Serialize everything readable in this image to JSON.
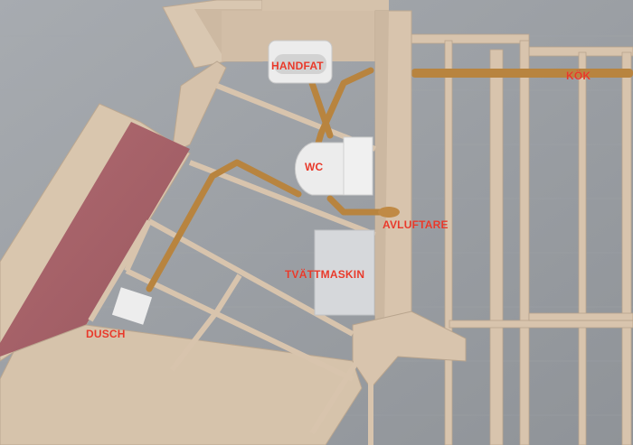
{
  "labels": {
    "handfat": "HANDFAT",
    "kok": "KÖK",
    "wc": "WC",
    "avluftare": "AVLUFTARE",
    "tvattmaskin": "TVÄTTMASKIN",
    "dusch": "DUSCH"
  },
  "colors": {
    "floor": "#9a9ea3",
    "wood": "#d8c4ad",
    "wood_shadow": "#c2ae97",
    "pipe": "#b8843f",
    "wall_red": "#a8636a",
    "fixture_white": "#e8e8e8",
    "label_red": "#e8392a"
  }
}
